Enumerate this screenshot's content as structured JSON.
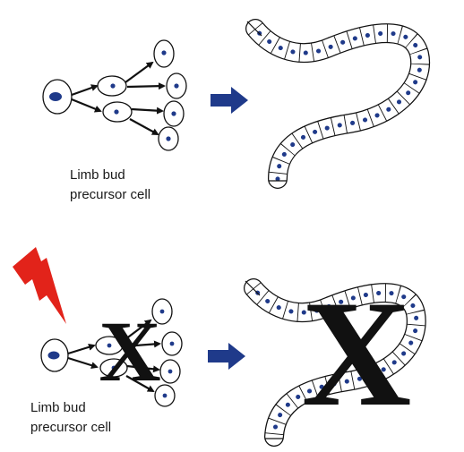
{
  "panels": {
    "top": {
      "label_line1": "Limb bud",
      "label_line2": "precursor cell"
    },
    "bottom": {
      "label_line1": "Limb bud",
      "label_line2": "precursor cell",
      "block_mark": "X"
    }
  },
  "colors": {
    "nucleus": "#1f3a8a",
    "arrow": "#1f3a8a",
    "lightning": "#e2231a",
    "outline": "#111111"
  },
  "icons": {
    "transition_arrow": "right-arrow-icon",
    "lightning": "lightning-bolt-icon"
  }
}
